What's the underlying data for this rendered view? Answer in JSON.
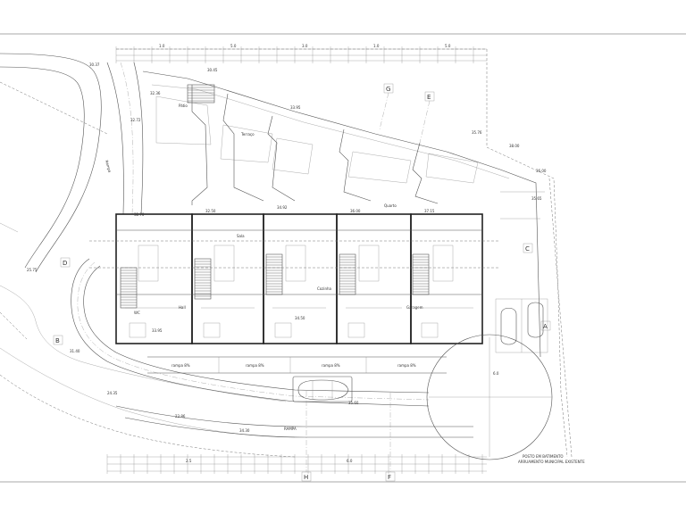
{
  "grid_labels": [
    "A",
    "B",
    "C",
    "D",
    "E",
    "F",
    "G",
    "H"
  ],
  "ramp_labels": [
    "rampa 8%",
    "rampa 8%",
    "rampa 8%",
    "rampa 8%"
  ],
  "vertical_ramp_label": "Rampa",
  "lower_ramp_label": "RAMPA",
  "elevations": [
    "30.45",
    "30.37",
    "35.76",
    "33.95",
    "32.72",
    "25.75",
    "24.35",
    "35.65",
    "23.86",
    "36.00",
    "38.00",
    "32.36",
    "34.30",
    "31.40",
    "35.60"
  ],
  "spot_levels": [
    "32.70",
    "32.50",
    "34.92",
    "36.00",
    "37.15",
    "33.95",
    "34.50"
  ],
  "room_tags": [
    "Pátio",
    "Terraço",
    "Hall",
    "Sala",
    "Cozinha",
    "Quarto",
    "Garagem",
    "WC"
  ],
  "dimension_values": [
    "1.0",
    "5.0",
    "3.0",
    "1.0",
    "5.0",
    "2.5",
    "6.0"
  ],
  "bottom_notes": [
    "POSTO EM BATIMENTO",
    "ARRUAMENTO MUNICIPAL EXISTENTE"
  ],
  "circle_dimension": "6.0"
}
